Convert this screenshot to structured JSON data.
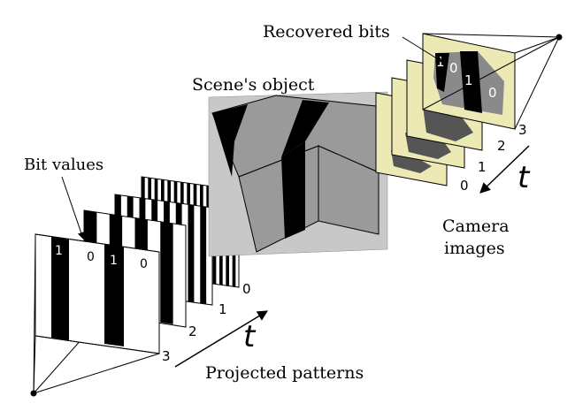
{
  "labels": {
    "recovered_bits": "Recovered bits",
    "scene_object": "Scene's object",
    "bit_values": "Bit values",
    "camera_images_line1": "Camera",
    "camera_images_line2": "images",
    "projected_patterns": "Projected patterns",
    "time_symbol": "t"
  },
  "projector": {
    "pattern_indices": [
      "0",
      "1",
      "2",
      "3"
    ],
    "front_bits": [
      "1",
      "0",
      "1",
      "0"
    ]
  },
  "camera": {
    "image_indices": [
      "0",
      "1",
      "2",
      "3"
    ],
    "recovered_bits": [
      "1",
      "0",
      "1",
      "0"
    ]
  },
  "colors": {
    "camera_frame": "#ece9b5",
    "object_gray": "#9a9a9a",
    "stripe_black": "#000000"
  }
}
